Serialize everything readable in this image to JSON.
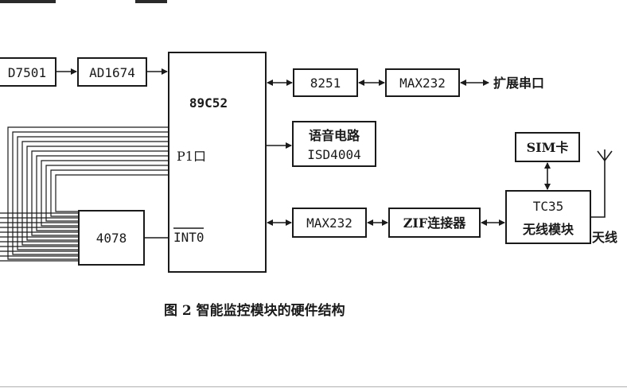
{
  "blocks": {
    "ad7501": "D7501",
    "ad1674": "AD1674",
    "mcu": "89C52",
    "p1_port": "P1口",
    "int0": "INT0",
    "gate_4078": "4078",
    "uart_8251": "8251",
    "max232_top": "MAX232",
    "ext_serial": "扩展串口",
    "voice_line1": "语音电路",
    "voice_line2": "ISD4004",
    "max232_bottom": "MAX232",
    "zif": "ZIF连接器",
    "sim": "SIM卡",
    "tc35_line1": "TC35",
    "tc35_line2": "无线模块",
    "antenna": "天线"
  },
  "caption": "图 2    智能监控模块的硬件结构"
}
